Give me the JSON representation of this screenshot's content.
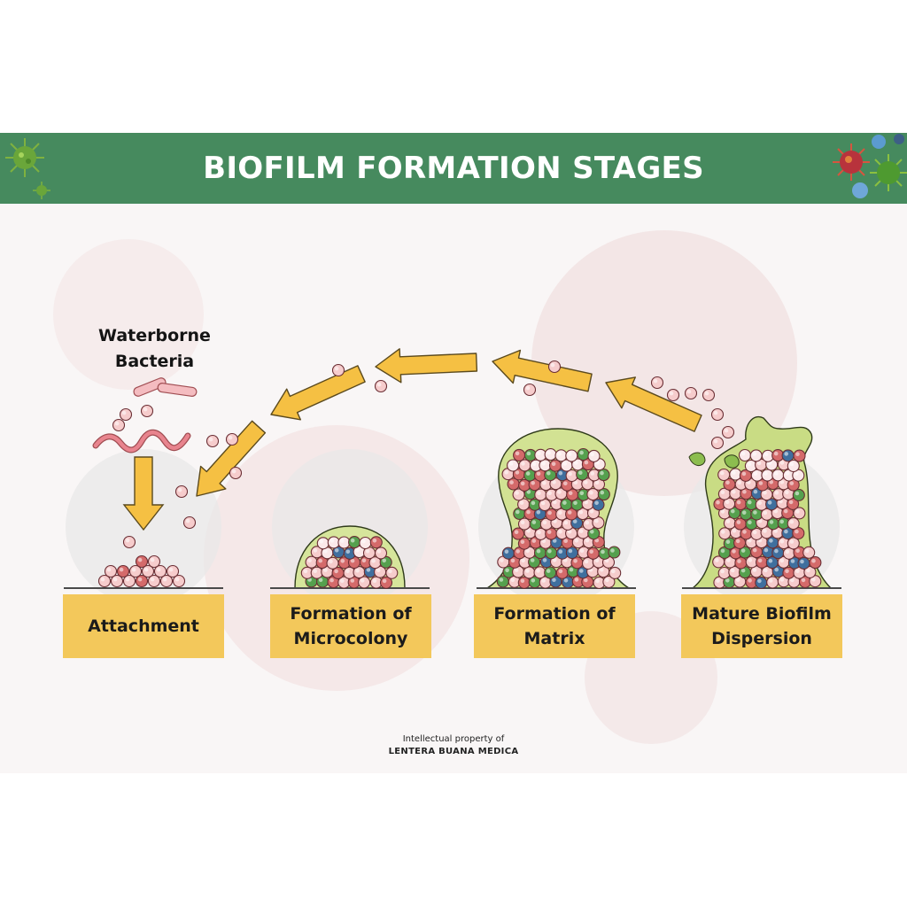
{
  "title": "BIOFILM FORMATION STAGES",
  "source_label": "Waterborne Bacteria",
  "stages": [
    {
      "line1": "Attachment",
      "line2": ""
    },
    {
      "line1": "Formation of",
      "line2": "Microcolony"
    },
    {
      "line1": "Formation of",
      "line2": "Matrix"
    },
    {
      "line1": "Mature Biofilm",
      "line2": "Dispersion"
    }
  ],
  "footer": {
    "line1": "Intellectual property of",
    "line2": "LENTERA BUANA MEDICA"
  },
  "colors": {
    "header": "#468a5e",
    "label_bg": "#f3c85b",
    "arrow": "#f5c043",
    "matrix": "#cfe08f",
    "cell": "#f6cccc",
    "cell_dark": "#d46a6a",
    "cell_green": "#55a04e",
    "cell_blue": "#3f6f9e"
  },
  "icons": [
    "virus-icon",
    "arrow-icon",
    "bacteria-icon"
  ]
}
